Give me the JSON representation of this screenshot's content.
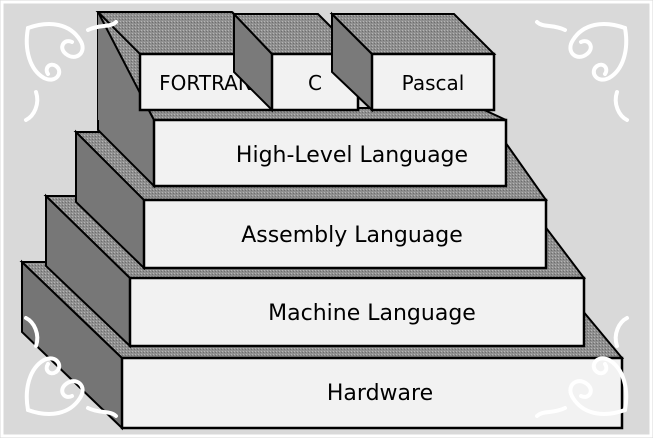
{
  "diagram": {
    "layers": [
      {
        "label": "Hardware"
      },
      {
        "label": "Machine Language"
      },
      {
        "label": "Assembly Language"
      },
      {
        "label": "High-Level Language"
      }
    ],
    "languages": [
      {
        "label": "FORTRAN"
      },
      {
        "label": "C"
      },
      {
        "label": "Pascal"
      }
    ]
  },
  "colors": {
    "background": "#d9d9d9",
    "front_face": "#f2f2f2",
    "side_face": "#7a7a7a",
    "top_face": "#9e9e9e",
    "outline": "#000000",
    "ornament": "#ffffff"
  }
}
